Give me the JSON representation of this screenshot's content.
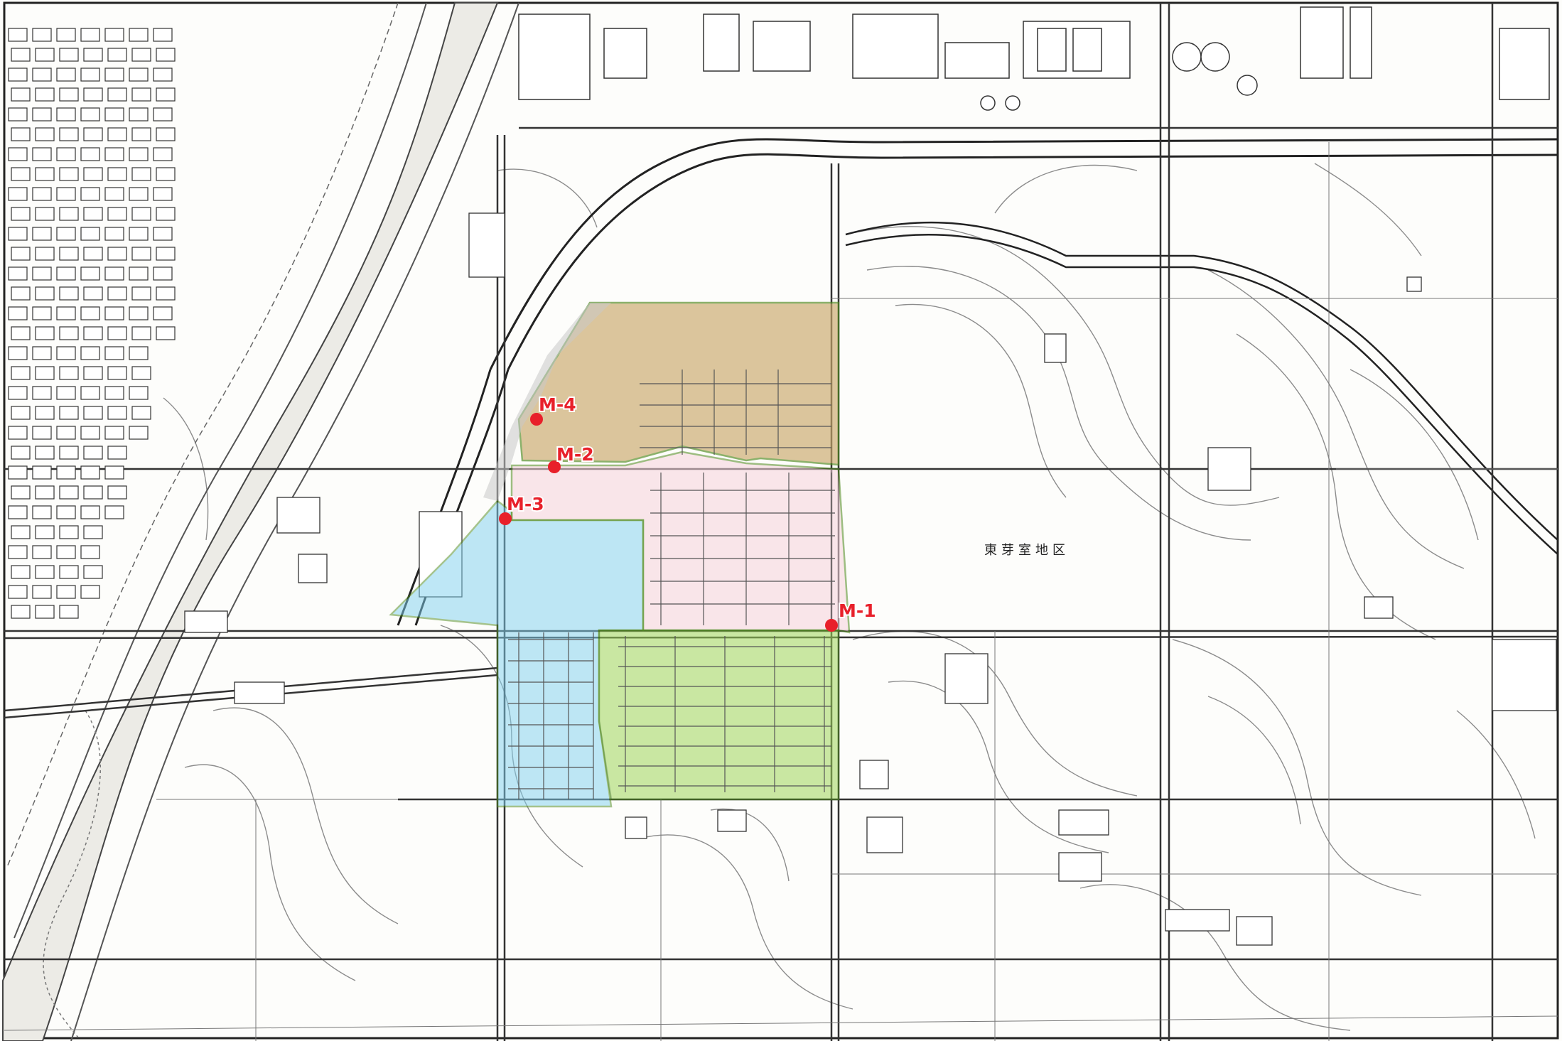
{
  "map": {
    "district_label": "東芽室地区",
    "colors": {
      "zone_north": "#c9a86a",
      "zone_middle": "#f7d2dc",
      "zone_west": "#7fd0ee",
      "zone_south": "#9fd65a",
      "zone_outline": "#4f8a1f",
      "marker": "#e8202a",
      "road": "#333333",
      "contour": "#8a8a8a"
    },
    "zones": [
      {
        "id": "north",
        "name": ""
      },
      {
        "id": "middle",
        "name": ""
      },
      {
        "id": "west",
        "name": ""
      },
      {
        "id": "south",
        "name": ""
      }
    ],
    "points": [
      {
        "id": "M-1",
        "label": "M-1"
      },
      {
        "id": "M-2",
        "label": "M-2"
      },
      {
        "id": "M-3",
        "label": "M-3"
      },
      {
        "id": "M-4",
        "label": "M-4"
      }
    ]
  }
}
